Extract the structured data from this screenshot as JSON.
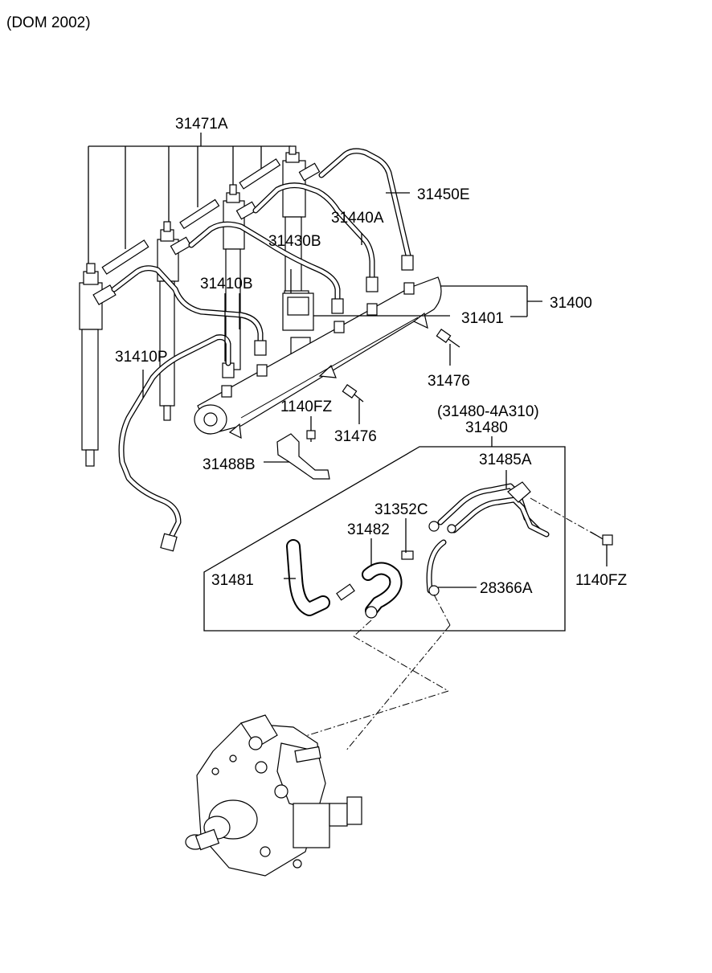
{
  "header": {
    "model_note": "(DOM 2002)"
  },
  "labels": {
    "injector_set": "31471A",
    "pipe_e": "31450E",
    "pipe_a": "31440A",
    "pipe_b": "31430B",
    "pipe_410b": "31410B",
    "pipe_410p": "31410P",
    "rail_assy": "31400",
    "rail_sensor": "31401",
    "bolt_476_a": "31476",
    "bolt_476_b": "31476",
    "bolt_1140_a": "1140FZ",
    "bolt_1140_b": "1140FZ",
    "bracket": "31488B",
    "return_assy_alt": "(31480-4A310)",
    "return_assy": "31480",
    "return_pipe": "31485A",
    "clamp_352": "31352C",
    "hose_482": "31482",
    "hose_481": "31481",
    "clip_366": "28366A"
  }
}
